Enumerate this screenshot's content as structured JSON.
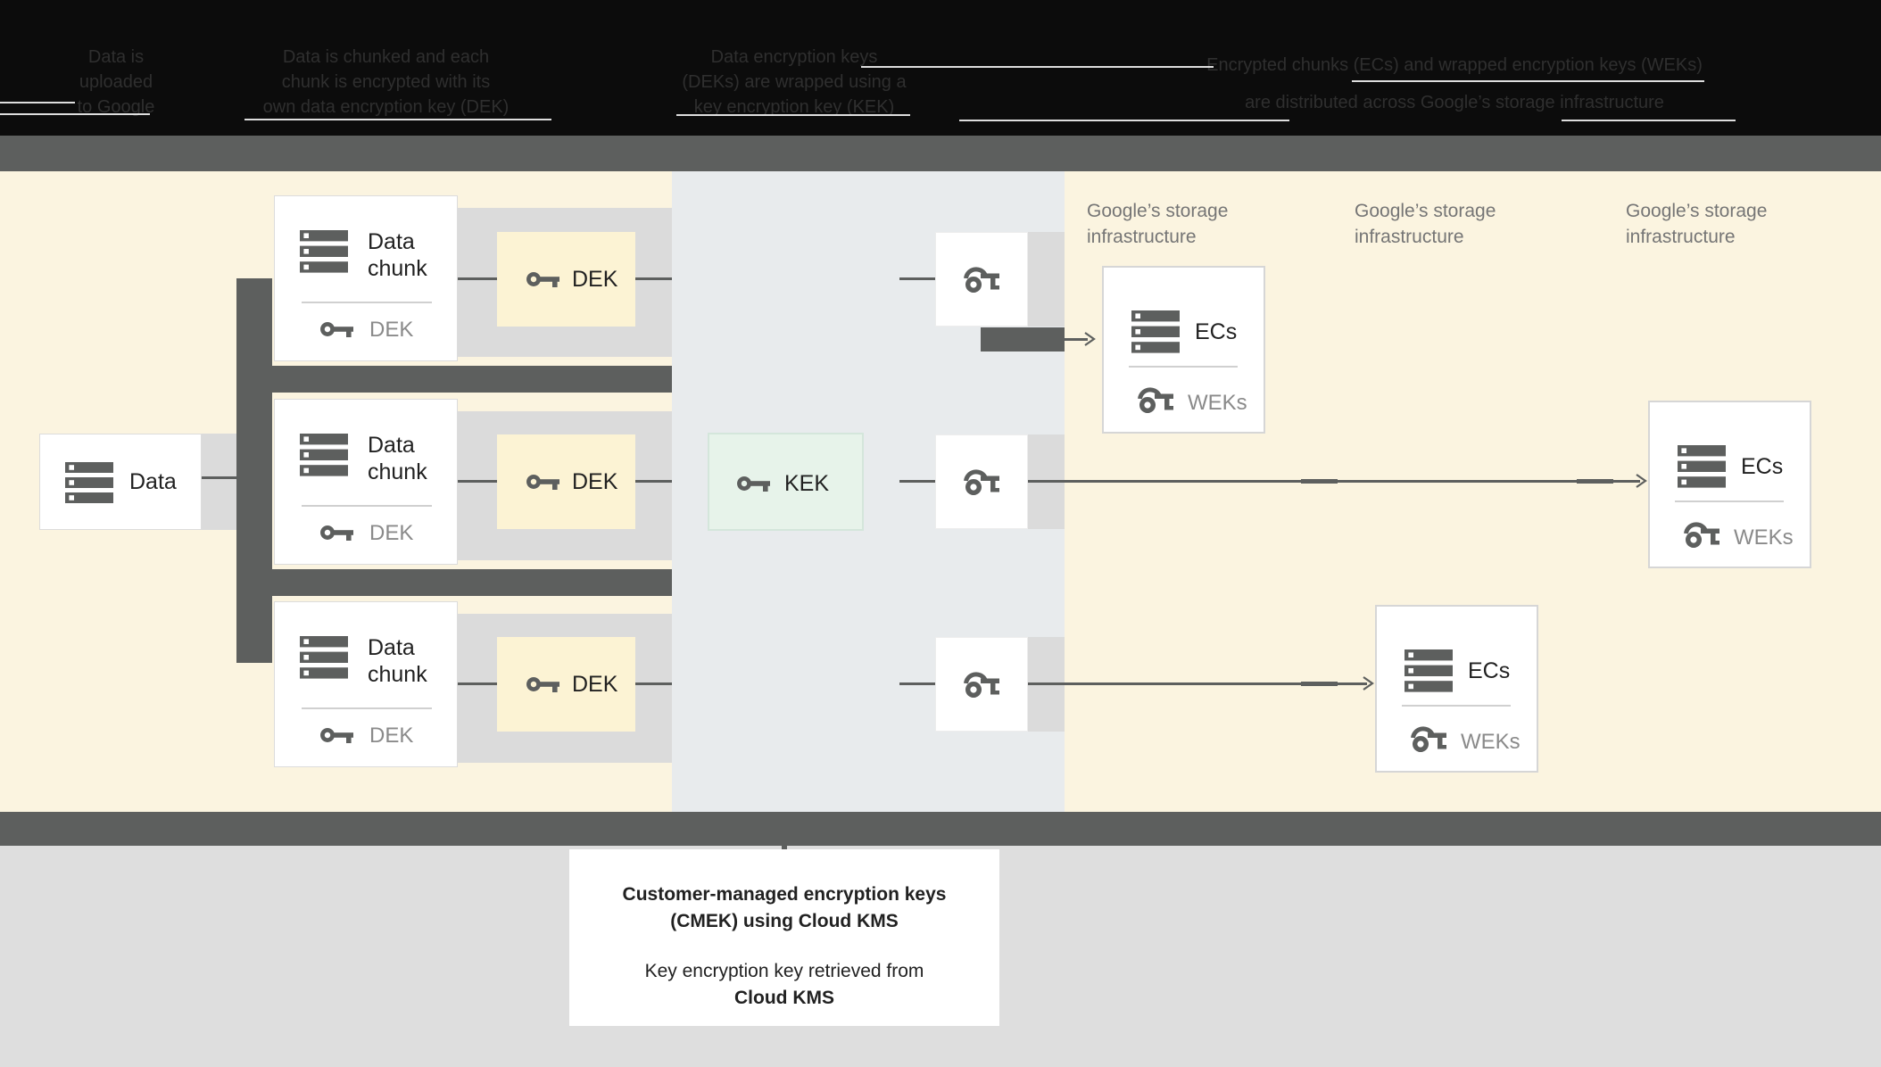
{
  "header": {
    "steps": [
      {
        "lines": [
          "Data is",
          "uploaded",
          "to Google"
        ]
      },
      {
        "lines": [
          "Data is chunked and each",
          "chunk is encrypted with its",
          "own data encryption key (DEK)"
        ]
      },
      {
        "lines": [
          "Data encryption keys",
          "(DEKs) are wrapped using a",
          "key encryption key (KEK)"
        ]
      },
      {
        "lines": [
          "Encrypted chunks (ECs) and wrapped encryption keys (WEKs)",
          "are distributed across Google’s storage infrastructure"
        ]
      }
    ]
  },
  "diagram": {
    "data_box": {
      "label": "Data"
    },
    "chunks": [
      {
        "title": "Data chunk",
        "key_label": "DEK"
      },
      {
        "title": "Data chunk",
        "key_label": "DEK"
      },
      {
        "title": "Data chunk",
        "key_label": "DEK"
      }
    ],
    "dek_boxes": [
      {
        "label": "DEK"
      },
      {
        "label": "DEK"
      },
      {
        "label": "DEK"
      }
    ],
    "kek_box": {
      "label": "KEK"
    },
    "storage_labels": [
      "Google’s storage infrastructure",
      "Google’s storage infrastructure",
      "Google’s storage infrastructure"
    ],
    "ecs_boxes": [
      {
        "title": "ECs",
        "key_label": "WEKs"
      },
      {
        "title": "ECs",
        "key_label": "WEKs"
      },
      {
        "title": "ECs",
        "key_label": "WEKs"
      }
    ]
  },
  "caption": {
    "lines": [
      "Customer-managed encryption keys",
      "(CMEK) using Cloud KMS",
      "Key encryption key retrieved from",
      "Cloud KMS"
    ]
  },
  "colors": {
    "header_bg": "#0c0c0c",
    "header_text": "#2f2f2f",
    "band_dark": "#5d5f5e",
    "cream": "#fbf4e0",
    "kms_panel": "#e8ebed",
    "band_light": "#dbdbdb",
    "dek_fill": "#fcf3d4",
    "kek_fill": "#e7f3ea",
    "footer_bg": "#dedede",
    "text_primary": "#212121",
    "text_muted": "#8a8a8a",
    "storage_label_text": "#757575"
  }
}
